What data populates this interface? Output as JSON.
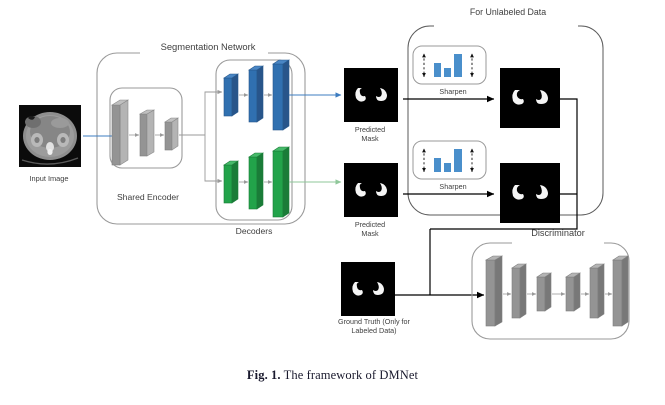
{
  "figure": {
    "caption_label": "Fig. 1.",
    "caption_text": "The framework of DMNet"
  },
  "labels": {
    "input_image": "Input Image",
    "segmentation_network": "Segmentation Network",
    "shared_encoder": "Shared Encoder",
    "decoders": "Decoders",
    "for_unlabeled_data": "For Unlabeled Data",
    "predicted_mask_1": "Predicted\nMask",
    "predicted_mask_2": "Predicted\nMask",
    "sharpen_1": "Sharpen",
    "sharpen_2": "Sharpen",
    "ground_truth": "Ground Truth (Only for\nLabeled Data)",
    "discriminator": "Discriminator"
  },
  "colors": {
    "blue_face": "#3070B0",
    "blue_top": "#4A86C4",
    "blue_side": "#28558A",
    "green_face": "#22A34A",
    "green_top": "#47BA6A",
    "green_side": "#1A7C38",
    "gray_face": "#949494",
    "gray_top": "#B4B4B4",
    "gray_side": "#787878",
    "bar_blue": "#4A8FCB",
    "arrow_blue": "#3C7CC0",
    "arrow_green": "#8FC79A",
    "outline": "#9A9A9A",
    "black_arrow": "#000000",
    "panel_black": "#000000",
    "text": "#404040"
  },
  "structure": {
    "encoder_blocks": 3,
    "decoder_blue_blocks": 3,
    "decoder_green_blocks": 3,
    "discriminator_blocks": 6,
    "sharpen_histograms": 2,
    "sharpen_bars_per_histogram": 3,
    "mask_panels": 5
  }
}
